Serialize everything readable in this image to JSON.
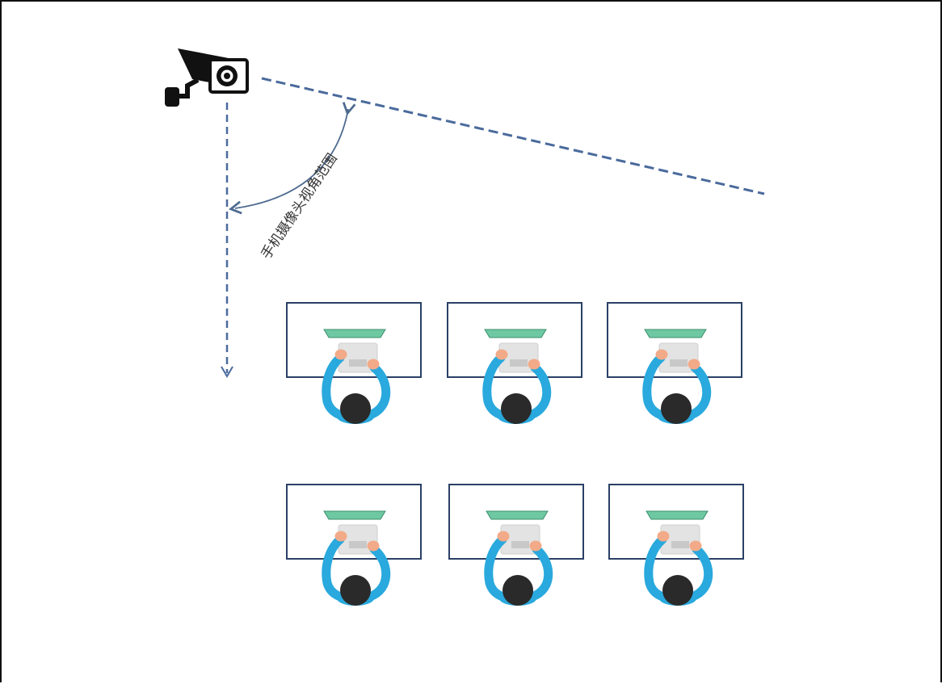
{
  "diagram": {
    "fov_label": "手机摄像头视角范围",
    "camera": {
      "icon": "security-camera-icon"
    },
    "desks": {
      "rows": 2,
      "columns": 3
    }
  },
  "colors": {
    "frame": "#111111",
    "dashed_line": "#4a6a9c",
    "arc": "#4d6a8f",
    "desk_border": "#2b4066",
    "person_arm": "#29a9dd",
    "person_hair": "#2a2a2a",
    "hand": "#f3aa88",
    "keyboard": "#e3e3e3",
    "monitor": "#6ec8a2",
    "camera_body": "#111111"
  }
}
